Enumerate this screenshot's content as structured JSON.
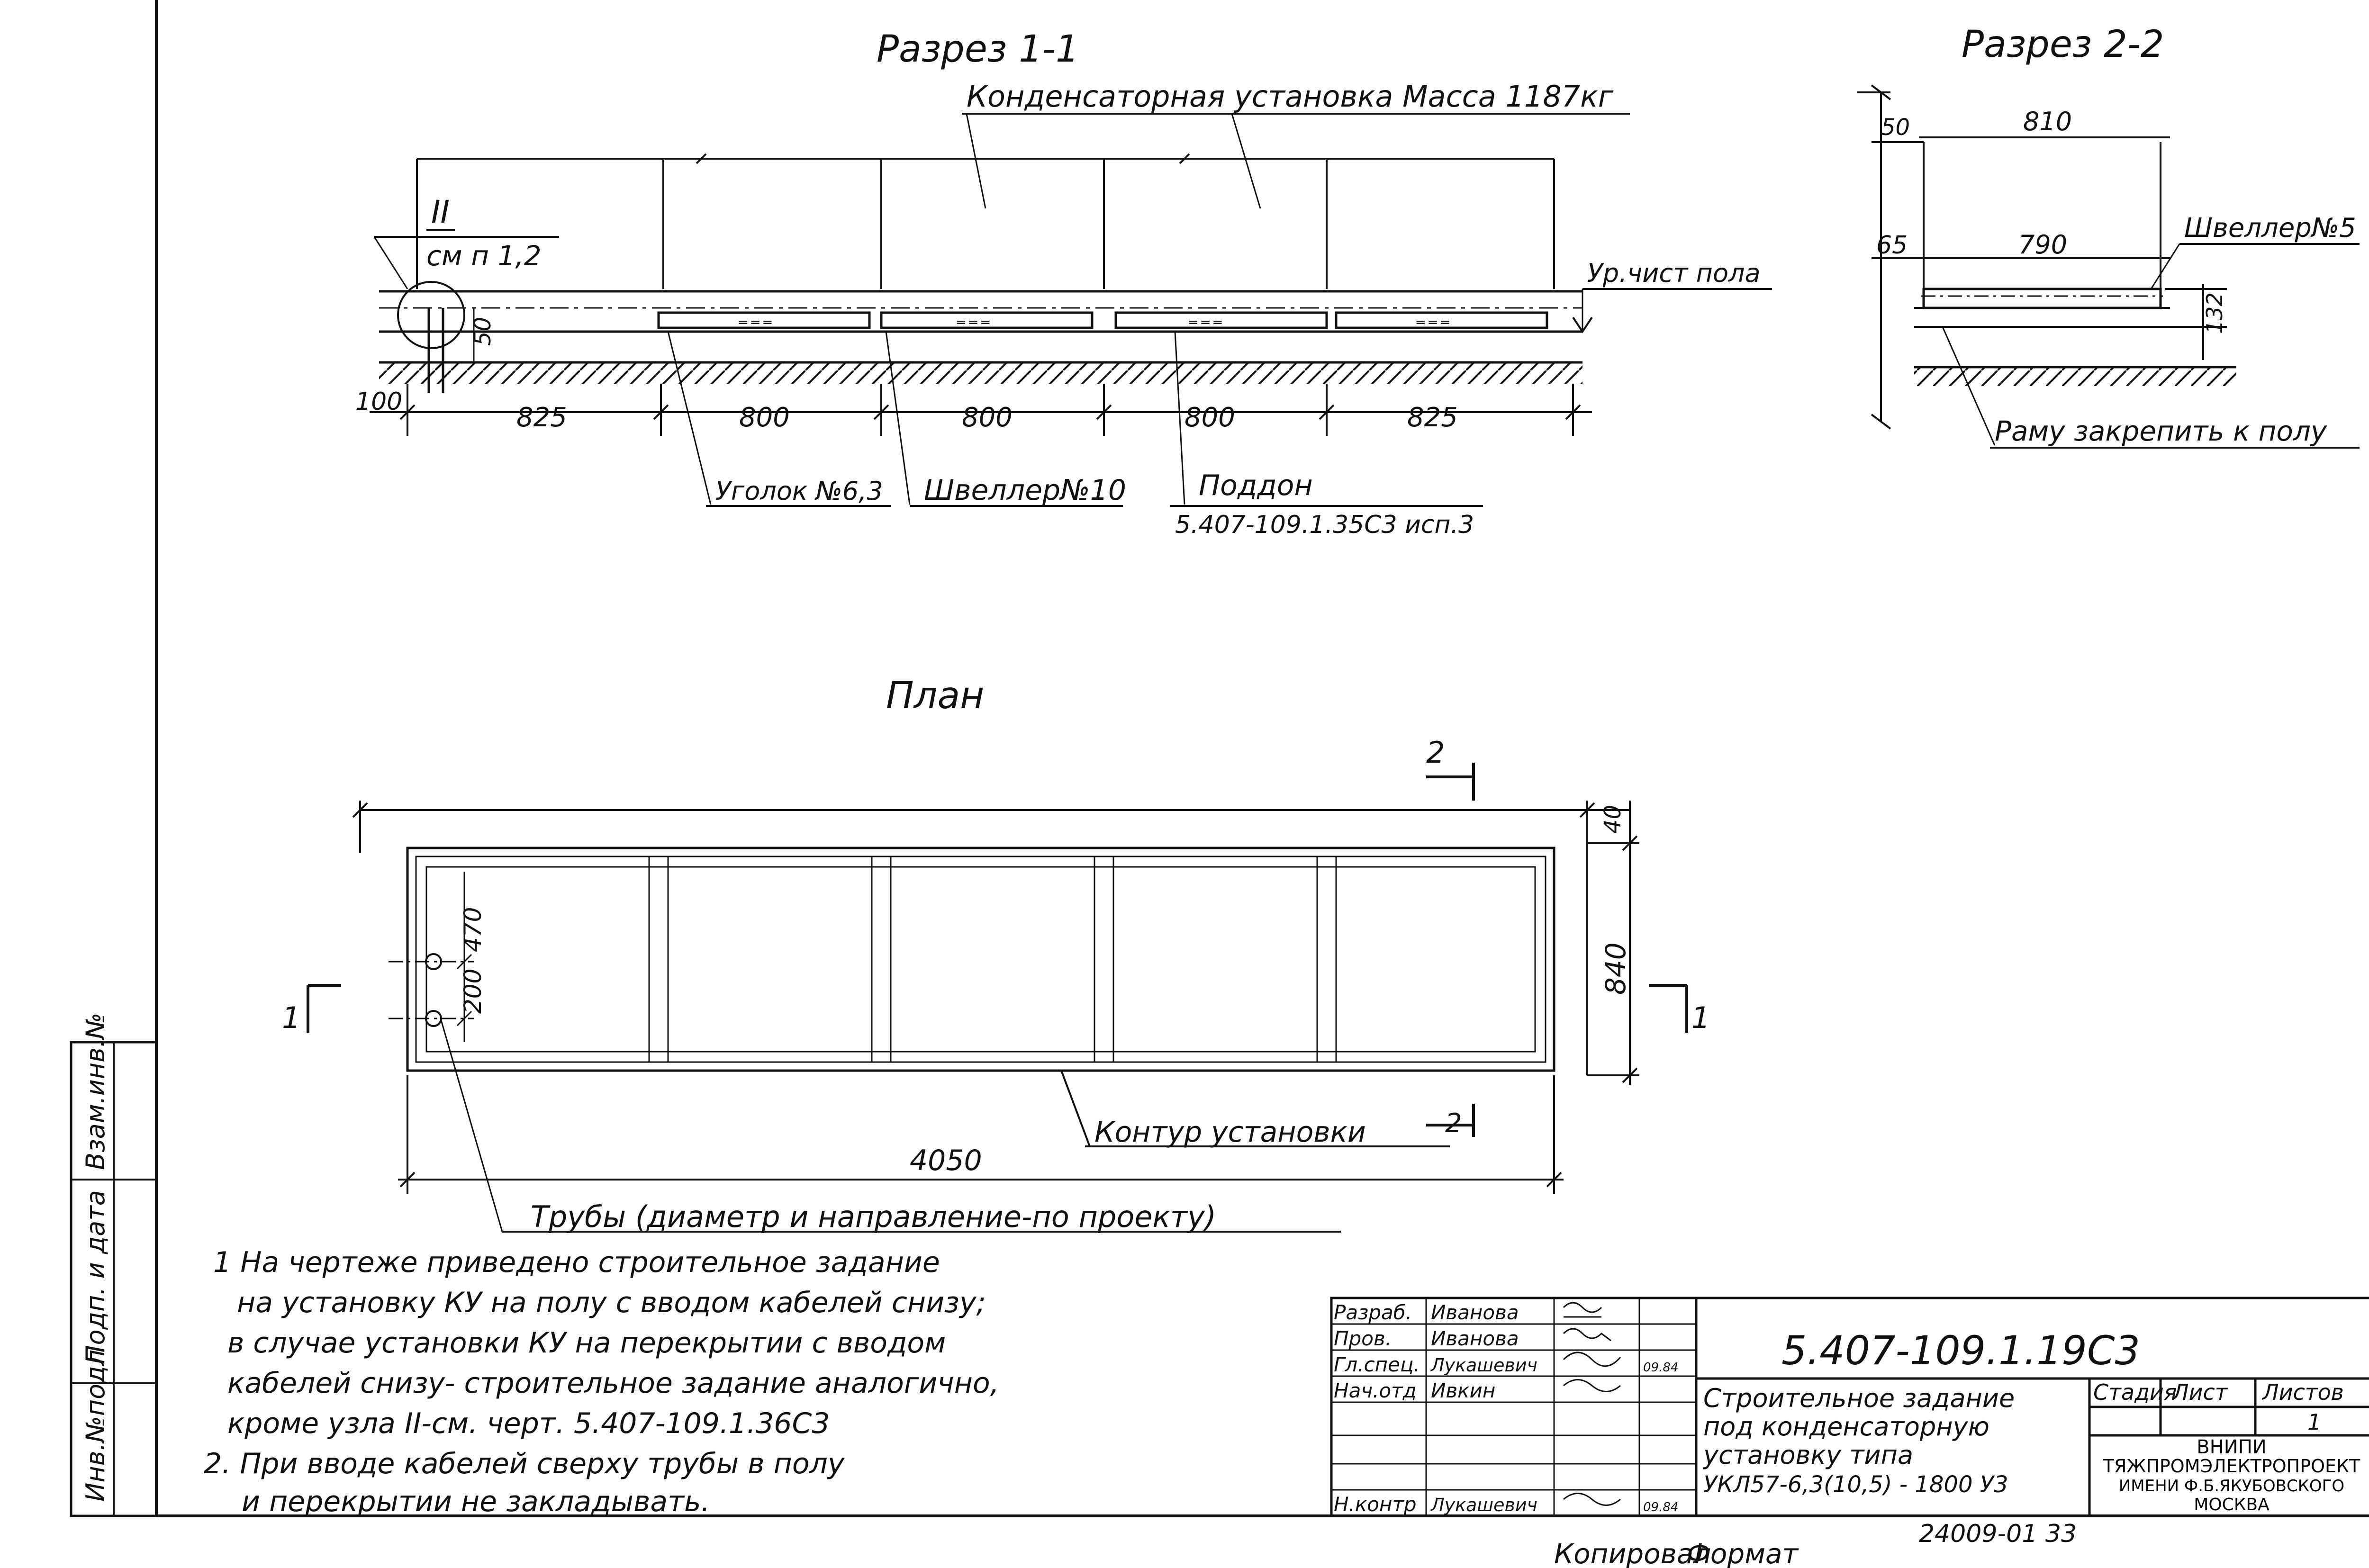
{
  "section_1": {
    "title": "Разрез 1-1",
    "unit_label": "Конденсаторная установка Масса 1187кг",
    "node_mark": "II",
    "node_ref": "см п 1,2",
    "floor_level": "Ур.чист пола",
    "dim_50": "50",
    "dims": [
      "100",
      "825",
      "800",
      "800",
      "800",
      "825"
    ],
    "leader_angle": "Уголок №6,3",
    "leader_channel": "Швеллер№10",
    "leader_tray": "Поддон",
    "tray_ref": "5.407-109.1.35С3 исп.3"
  },
  "section_2": {
    "title": "Разрез 2-2",
    "dim_810": "810",
    "dim_790": "790",
    "dim_50": "50",
    "dim_65": "65",
    "dim_132": "132",
    "channel": "Швеллер№5",
    "fix_note": "Раму закрепить к полу"
  },
  "plan": {
    "title": "План",
    "cut_2_top": "2",
    "cut_2_bottom": "2",
    "cut_1_left": "1",
    "cut_1_right": "1",
    "dim_40": "40",
    "dim_840": "840",
    "dim_470": "470",
    "dim_200": "200",
    "dim_4050": "4050",
    "contour_label": "Контур установки",
    "pipes_label": "Трубы (диаметр и направление-по проекту)"
  },
  "notes": [
    "1 На чертеже приведено строительное задание",
    "на установку КУ на полу с вводом кабелей снизу;",
    "в случае установки КУ на перекрытии с вводом",
    "кабелей снизу- строительное задание аналогично,",
    "кроме узла II-см. черт. 5.407-109.1.36С3",
    "2. При вводе кабелей сверху трубы в полу",
    "и перекрытии не закладывать."
  ],
  "side_stamp": [
    "Инв.№подл",
    "Подп. и дата",
    "Взам.инв.№"
  ],
  "title_block": {
    "doc_number": "5.407-109.1.19С3",
    "rows": [
      {
        "role": "Разраб.",
        "name": "Иванова",
        "date": ""
      },
      {
        "role": "Пров.",
        "name": "Иванова",
        "date": ""
      },
      {
        "role": "Гл.спец.",
        "name": "Лукашевич",
        "date": "09.84"
      },
      {
        "role": "Нач.отд",
        "name": "Ивкин",
        "date": ""
      },
      {
        "role": "Н.контр",
        "name": "Лукашевич",
        "date": "09.84"
      }
    ],
    "description": [
      "Строительное задание",
      "под конденсаторную",
      "установку типа",
      "УКЛ57-6,3(10,5) - 1800 У3"
    ],
    "stage_header": "Стадия",
    "sheet_header": "Лист",
    "sheets_header": "Листов",
    "sheets_value": "1",
    "org": [
      "ВНИПИ",
      "ТЯЖПРОМЭЛЕКТРОПРОЕКТ",
      "ИМЕНИ Ф.Б.ЯКУБОВСКОГО",
      "МОСКВА"
    ],
    "archive_number": "24009-01 33"
  },
  "bottom_scribbles": [
    "Копировал",
    "Формат"
  ]
}
